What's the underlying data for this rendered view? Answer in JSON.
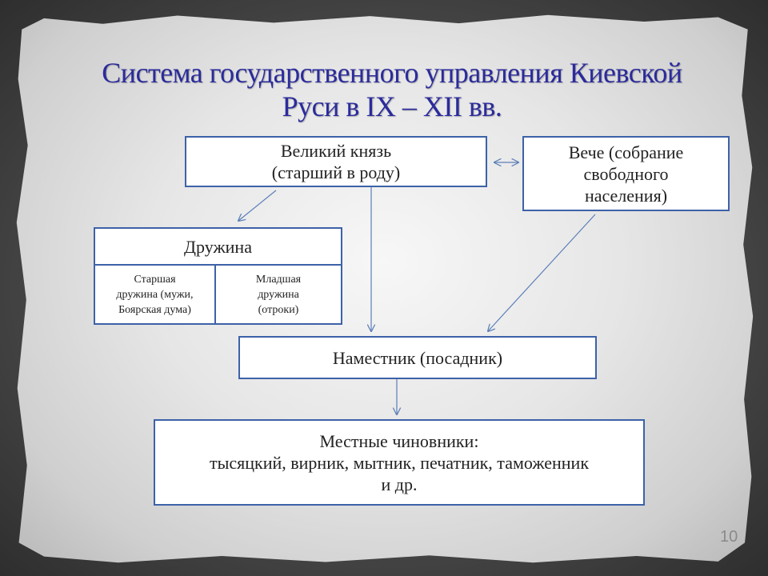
{
  "title_line1": "Система государственного управления Киевской",
  "title_line2": "Руси в IX – XII вв.",
  "nodes": {
    "grand_prince": {
      "line1": "Великий князь",
      "line2": "(старший в роду)"
    },
    "veche": {
      "line1": "Вече (собрание",
      "line2": "свободного",
      "line3": "населения)"
    },
    "druzhina": {
      "label": "Дружина"
    },
    "senior_druzhina": {
      "line1": "Старшая",
      "line2": "дружина (мужи,",
      "line3": "Боярская дума)"
    },
    "junior_druzhina": {
      "line1": "Младшая",
      "line2": "дружина",
      "line3": "(отроки)"
    },
    "namestnik": {
      "label": "Наместник (посадник)"
    },
    "local_officials": {
      "line1": "Местные чиновники:",
      "line2": "тысяцкий, вирник, мытник, печатник, таможенник",
      "line3": "и др."
    }
  },
  "page_number": "10",
  "colors": {
    "title": "#2b2b9c",
    "border": "#3d62a8",
    "arrow": "#5b7fb8"
  }
}
